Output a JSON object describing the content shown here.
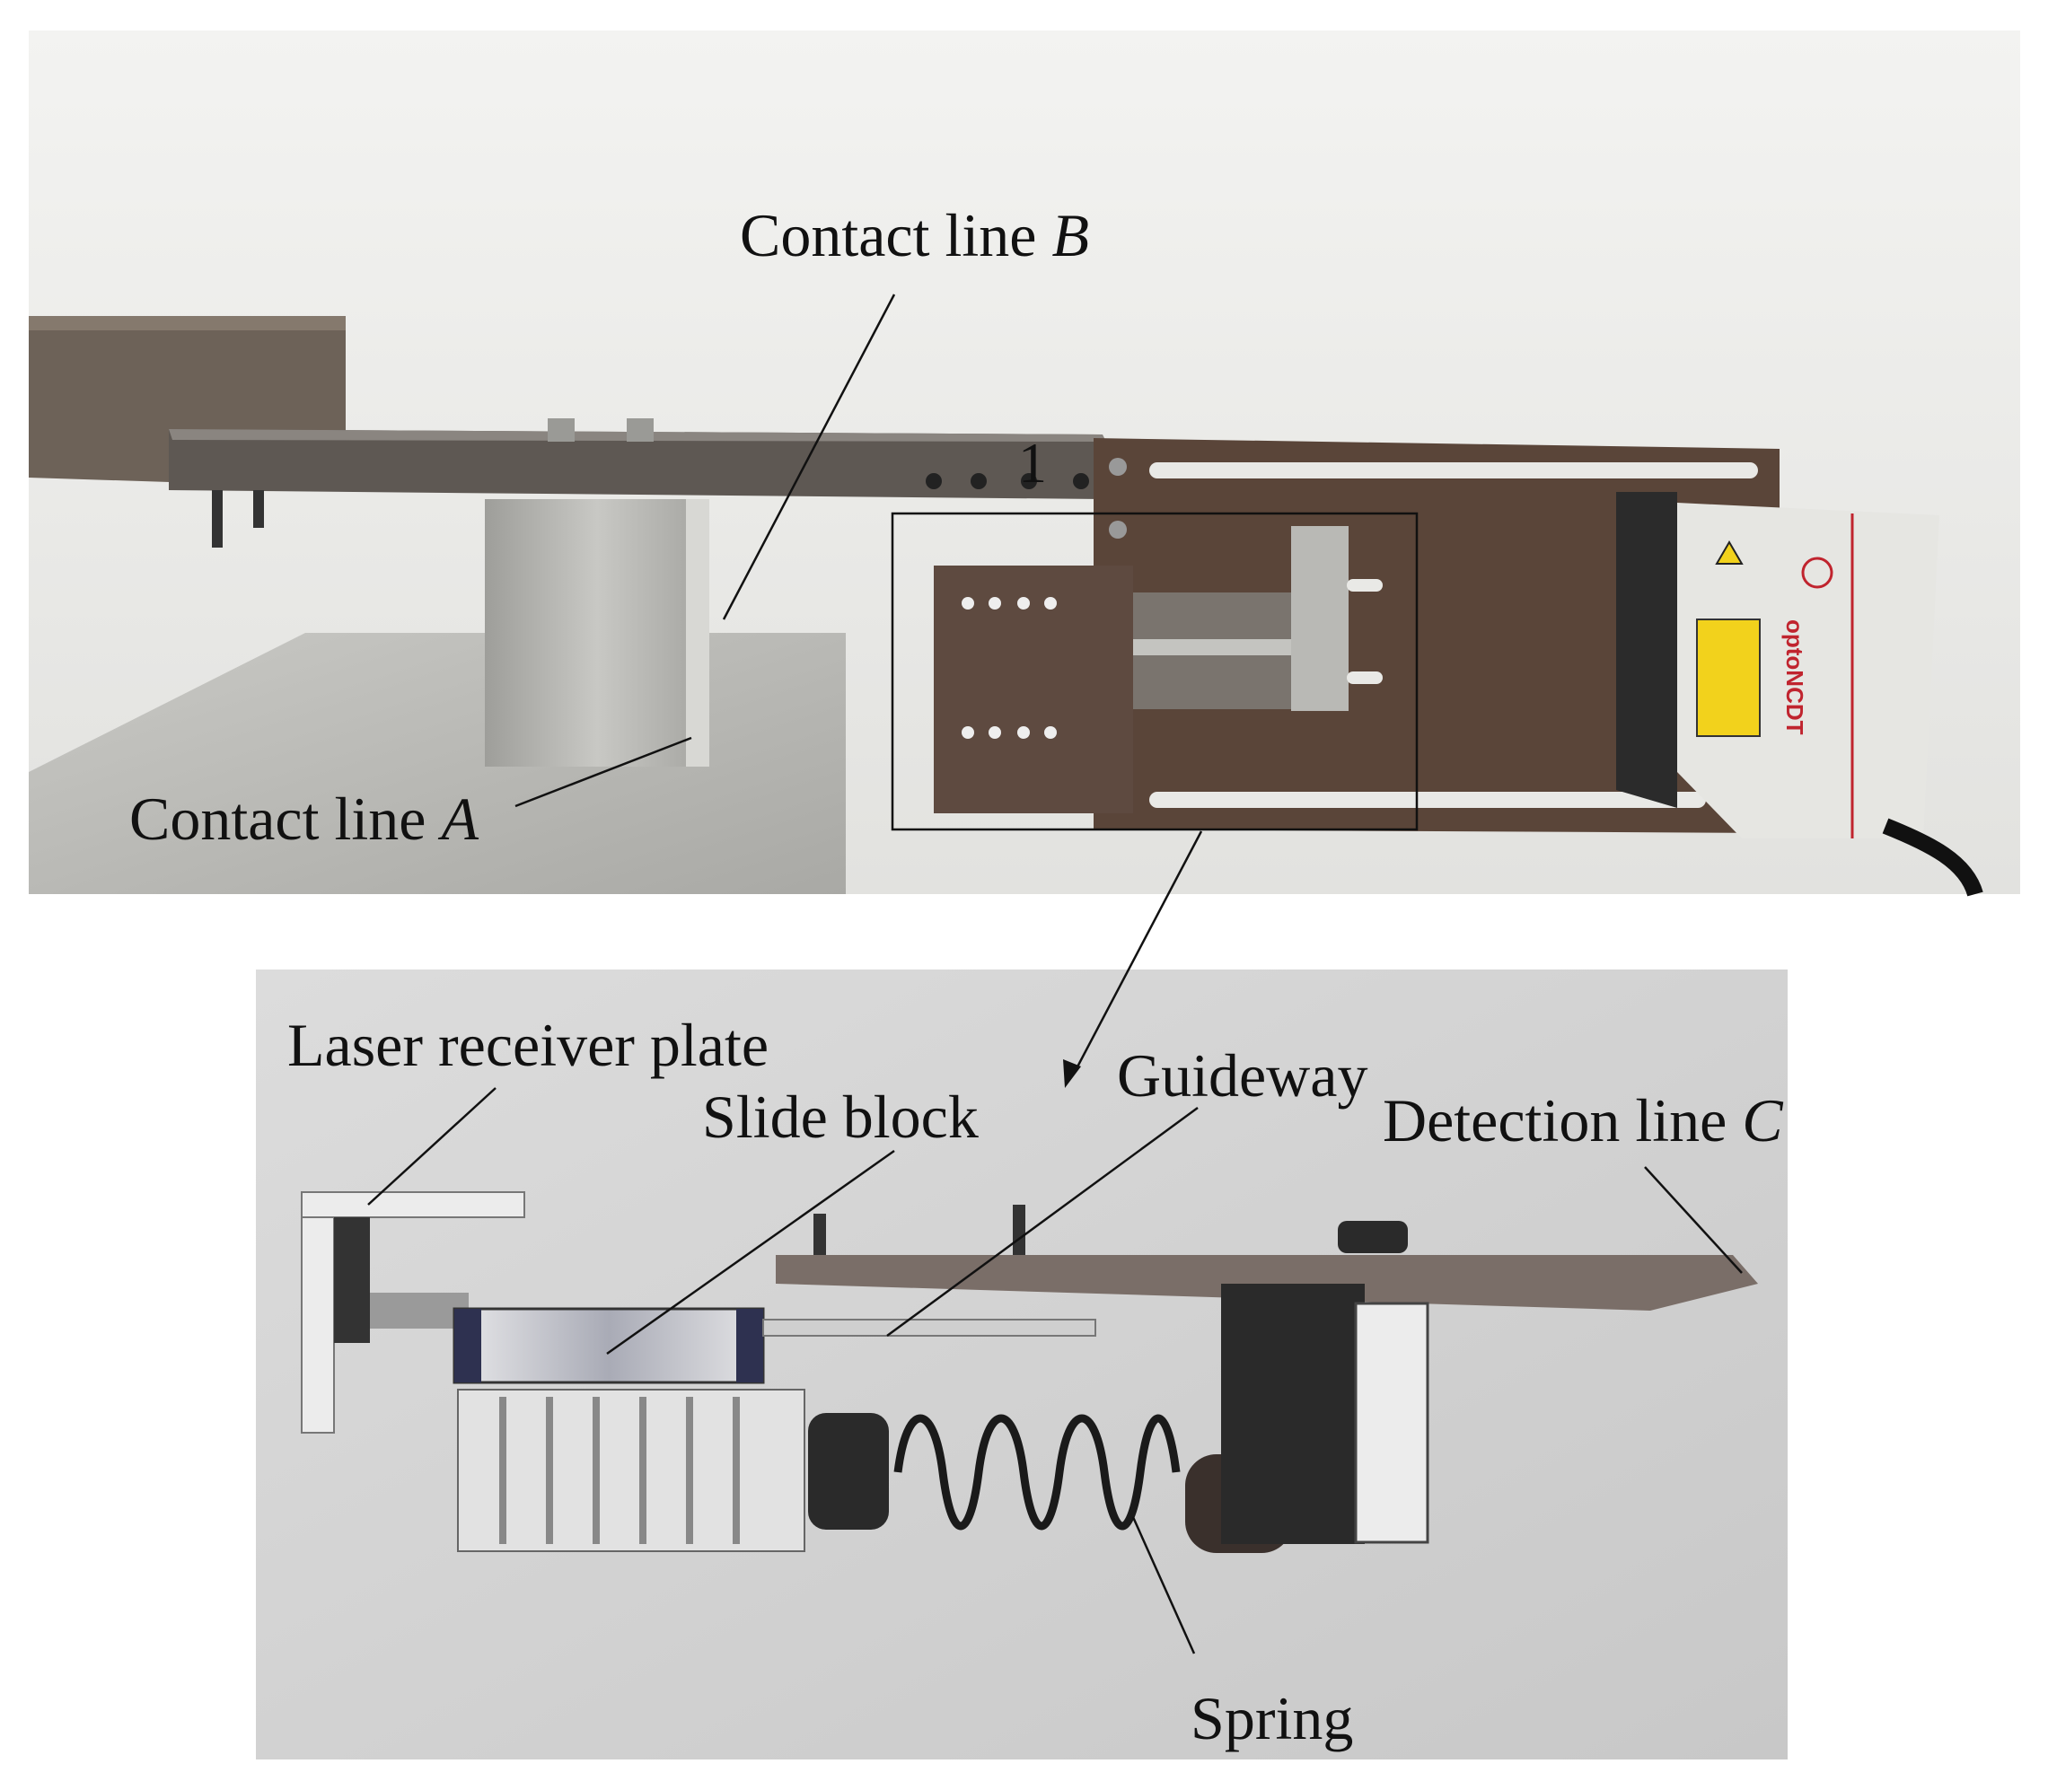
{
  "labels": {
    "contact_b_text": "Contact line ",
    "contact_b_var": "B",
    "contact_a_text": "Contact line ",
    "contact_a_var": "A",
    "marker_1": "1",
    "laser_receiver": "Laser receiver plate",
    "slide_block": "Slide block",
    "guideway": "Guideway",
    "detection_text": "Detection line ",
    "detection_var": "C",
    "spring": "Spring"
  },
  "sensor_brand": "optoNCDT",
  "colors": {
    "background_top": "#eeeeec",
    "metal_dark": "#5b4a40",
    "aluminium": "#b9b9b6",
    "sensor_body": "#e6e6e2",
    "warning_yellow": "#f2d21c",
    "brand_red": "#c0242e"
  }
}
